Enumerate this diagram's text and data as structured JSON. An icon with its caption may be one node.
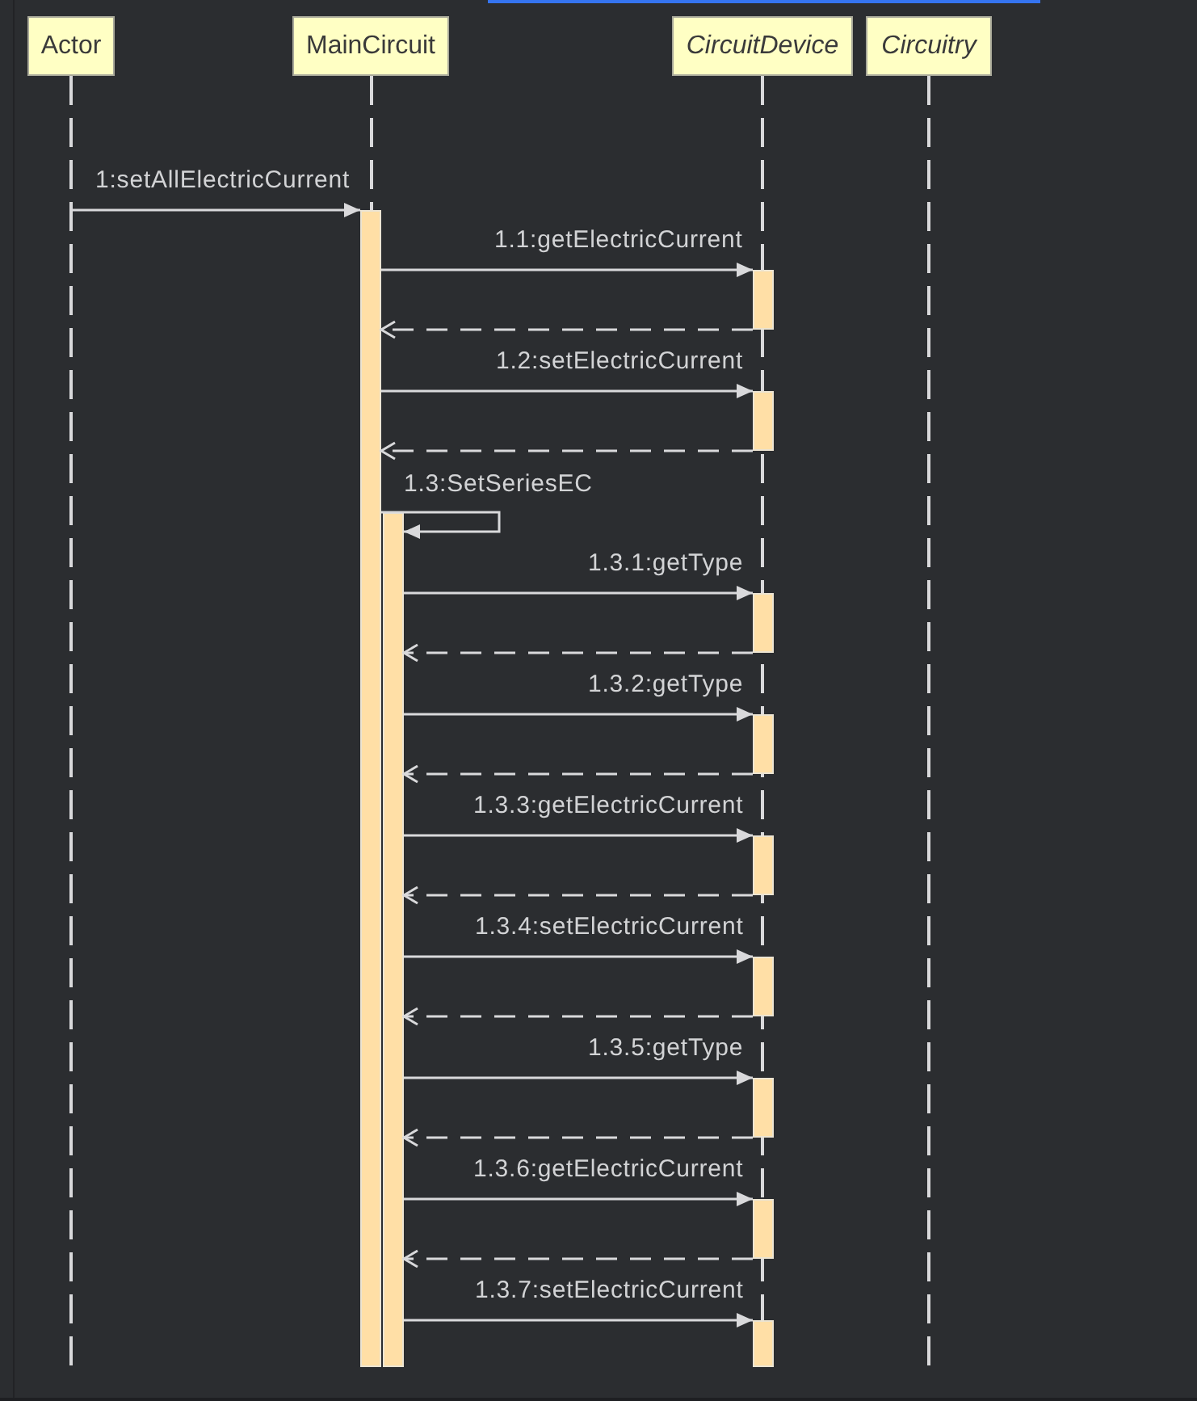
{
  "diagram": {
    "nodes": [
      {
        "text": [
          "Actor"
        ]
      },
      {
        "text": [
          "MainCircuit"
        ]
      },
      {
        "text": [
          "CircuitDevice"
        ]
      },
      {
        "text": [
          "Circuitry"
        ]
      },
      {
        "text": [],
        "shape": "bar",
        "in": 1
      },
      {
        "text": [],
        "shape": "bar",
        "in": 2
      },
      {
        "text": [],
        "shape": "bar",
        "in": 2
      },
      {
        "text": [],
        "shape": "bar",
        "in": 1
      },
      {
        "text": [],
        "shape": "bar",
        "in": 2
      },
      {
        "text": [],
        "shape": "bar",
        "in": 2
      },
      {
        "text": [],
        "shape": "bar",
        "in": 2
      },
      {
        "text": [],
        "shape": "bar",
        "in": 2
      },
      {
        "text": [],
        "shape": "bar",
        "in": 2
      },
      {
        "text": [],
        "shape": "bar",
        "in": 2
      },
      {
        "text": [],
        "shape": "bar",
        "in": 2
      }
    ],
    "edges": [
      {
        "from": 0,
        "to": 4,
        "arrow": "to",
        "label": "1:setAllElectricCurrent"
      },
      {
        "from": 4,
        "to": 5,
        "arrow": "to",
        "label": "1.1:getElectricCurrent"
      },
      {
        "from": 5,
        "to": 4,
        "arrow": "to",
        "style": "dashed"
      },
      {
        "from": 4,
        "to": 6,
        "arrow": "to",
        "label": "1.2:setElectricCurrent"
      },
      {
        "from": 6,
        "to": 4,
        "arrow": "to",
        "style": "dashed"
      },
      {
        "from": 4,
        "to": 7,
        "arrow": "to",
        "label": "1.3:SetSeriesEC"
      },
      {
        "from": 7,
        "to": 8,
        "arrow": "to",
        "label": "1.3.1:getType"
      },
      {
        "from": 8,
        "to": 7,
        "arrow": "to",
        "style": "dashed"
      },
      {
        "from": 7,
        "to": 9,
        "arrow": "to",
        "label": "1.3.2:getType"
      },
      {
        "from": 9,
        "to": 7,
        "arrow": "to",
        "style": "dashed"
      },
      {
        "from": 7,
        "to": 10,
        "arrow": "to",
        "label": "1.3.3:getElectricCurrent"
      },
      {
        "from": 10,
        "to": 7,
        "arrow": "to",
        "style": "dashed"
      },
      {
        "from": 7,
        "to": 11,
        "arrow": "to",
        "label": "1.3.4:setElectricCurrent"
      },
      {
        "from": 11,
        "to": 7,
        "arrow": "to",
        "style": "dashed"
      },
      {
        "from": 7,
        "to": 12,
        "arrow": "to",
        "label": "1.3.5:getType"
      },
      {
        "from": 12,
        "to": 7,
        "arrow": "to",
        "style": "dashed"
      },
      {
        "from": 7,
        "to": 13,
        "arrow": "to",
        "label": "1.3.6:getElectricCurrent"
      },
      {
        "from": 13,
        "to": 7,
        "arrow": "to",
        "style": "dashed"
      },
      {
        "from": 7,
        "to": 14,
        "arrow": "to",
        "label": "1.3.7:setElectricCurrent"
      }
    ]
  }
}
